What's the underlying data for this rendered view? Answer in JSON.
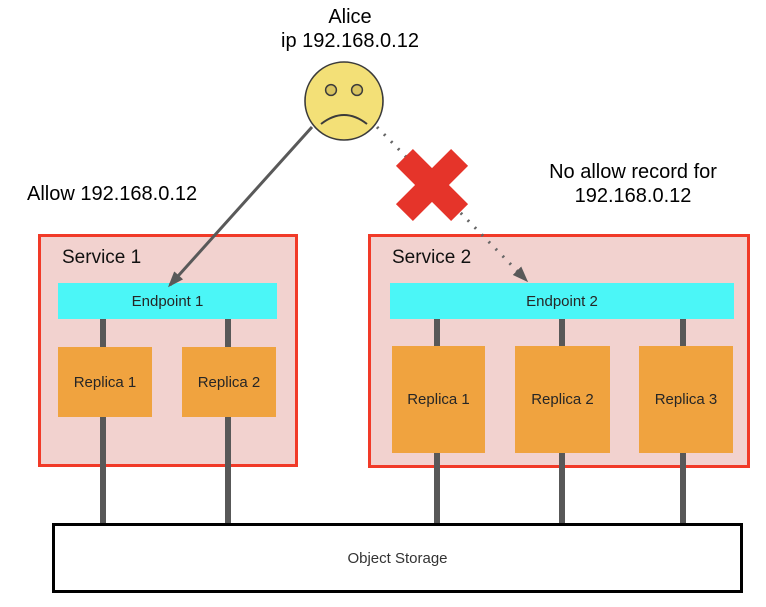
{
  "actor": {
    "name": "Alice",
    "ip_line": "ip 192.168.0.12"
  },
  "annotations": {
    "allow": "Allow 192.168.0.12",
    "no_allow_line1": "No allow record for",
    "no_allow_line2": "192.168.0.12"
  },
  "services": [
    {
      "title": "Service 1",
      "endpoint": "Endpoint 1",
      "replicas": [
        "Replica 1",
        "Replica 2"
      ]
    },
    {
      "title": "Service 2",
      "endpoint": "Endpoint 2",
      "replicas": [
        "Replica 1",
        "Replica 2",
        "Replica 3"
      ]
    }
  ],
  "storage": {
    "label": "Object Storage"
  },
  "icons": [
    "sad-face-icon",
    "blocked-cross-icon",
    "allowed-request-arrow",
    "denied-request-arrow"
  ],
  "colors": {
    "service_fill": "#f2d2cf",
    "service_border": "#f13a28",
    "endpoint_fill": "#4bf6f7",
    "replica_fill": "#f0a33f",
    "connector_gray": "#585858",
    "arrow_gray": "#595959",
    "cross_red": "#e5342a",
    "face_yellow": "#f3e077",
    "storage_border": "#000000"
  }
}
